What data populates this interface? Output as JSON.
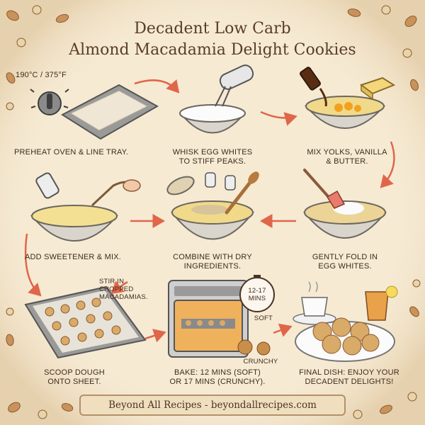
{
  "title": {
    "line1": "Decadent Low Carb",
    "line2": "Almond Macadamia Delight Cookies"
  },
  "oven_temp": "190°C / 375°F",
  "steps": [
    {
      "line1": "PREHEAT OVEN & LINE TRAY.",
      "line2": ""
    },
    {
      "line1": "WHISK EGG WHITES",
      "line2": "TO STIFF PEAKS."
    },
    {
      "line1": "MIX YOLKS, VANILLA",
      "line2": "& BUTTER."
    },
    {
      "line1": "ADD SWEETENER & MIX.",
      "line2": ""
    },
    {
      "line1": "COMBINE WITH DRY",
      "line2": "INGREDIENTS."
    },
    {
      "line1": "GENTLY FOLD IN",
      "line2": "EGG WHITES."
    },
    {
      "line1": "SCOOP DOUGH",
      "line2": "ONTO SHEET."
    },
    {
      "line1": "BAKE: 12 MINS (SOFT)",
      "line2": "OR 17 MINS (CRUNCHY)."
    },
    {
      "line1": "FINAL DISH: ENJOY YOUR",
      "line2": "DECADENT DELIGHTS!"
    }
  ],
  "callouts": {
    "stir_line1": "STIR IN",
    "stir_line2": "CHOPPED",
    "stir_line3": "MACADAMIAS.",
    "timer_line1": "12-17",
    "timer_line2": "MINS",
    "soft": "SOFT",
    "crunchy": "CRUNCHY"
  },
  "footer": "Beyond All Recipes - beyondallrecipes.com",
  "colors": {
    "background": "#f6ead3",
    "ink": "#4a3426",
    "arrow": "#e0664a",
    "bowl": "#d9d5cc",
    "batter": "#f1d98a",
    "cookie": "#d9aa68"
  }
}
